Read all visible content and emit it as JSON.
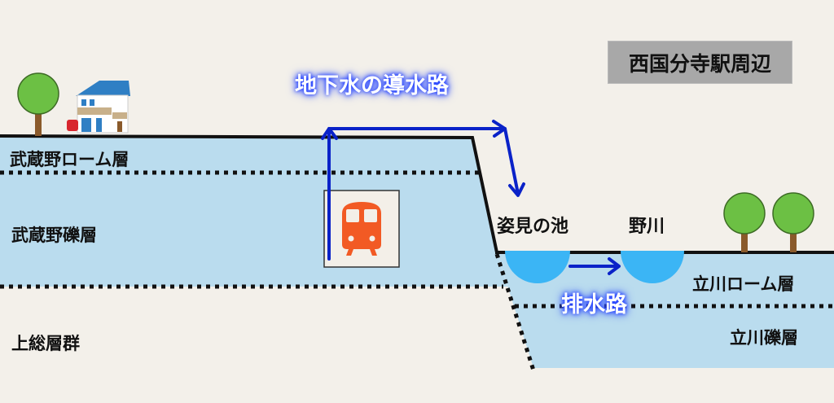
{
  "title_box": "西国分寺駅周辺",
  "flow_labels": {
    "conduit": "地下水の導水路",
    "drain": "排水路"
  },
  "layers": {
    "musashino_loam": "武蔵野ローム層",
    "musashino_gravel": "武蔵野礫層",
    "kazusa": "上総層群",
    "tachikawa_loam": "立川ローム層",
    "tachikawa_gravel": "立川礫層"
  },
  "places": {
    "pond": "姿見の池",
    "river": "野川"
  },
  "colors": {
    "background": "#f3f0ea",
    "layer": "#badcee",
    "water": "#3bb5f5",
    "arrow": "#0a22c8",
    "train": "#f25a24"
  }
}
